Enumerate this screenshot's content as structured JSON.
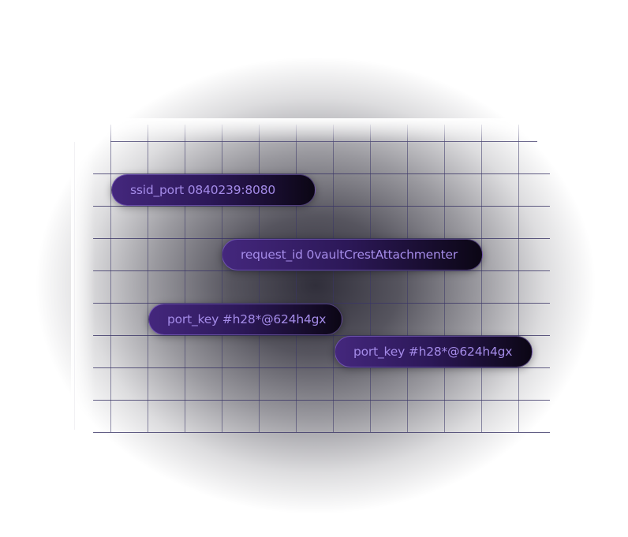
{
  "tags": [
    {
      "label": "ssid_port 0840239:8080"
    },
    {
      "label": "request_id 0vaultCrestAttachmenter"
    },
    {
      "label": "port_key #h28*@624h4gx"
    },
    {
      "label": "port_key #h28*@624h4gx"
    }
  ],
  "colors": {
    "pill_start": "#44277d",
    "pill_end": "#0b0614",
    "pill_text": "#a48be8",
    "grid_line": "#3b3667"
  }
}
